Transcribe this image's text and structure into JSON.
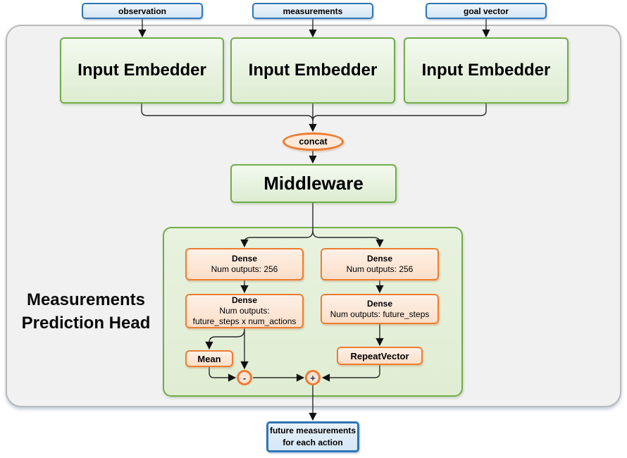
{
  "diagram": {
    "inputs": [
      {
        "label": "observation"
      },
      {
        "label": "measurements"
      },
      {
        "label": "goal vector"
      }
    ],
    "embedders": [
      {
        "label": "Input Embedder"
      },
      {
        "label": "Input Embedder"
      },
      {
        "label": "Input Embedder"
      }
    ],
    "concat_label": "concat",
    "middleware_label": "Middleware",
    "head": {
      "title_line1": "Measurements",
      "title_line2": "Prediction Head",
      "action_branch": {
        "dense1_title": "Dense",
        "dense1_sub": "Num outputs: 256",
        "dense2_title": "Dense",
        "dense2_sub_line1": "Num outputs:",
        "dense2_sub_line2": "future_steps x num_actions",
        "mean_label": "Mean",
        "minus_label": "-"
      },
      "measure_branch": {
        "dense1_title": "Dense",
        "dense1_sub": "Num outputs: 256",
        "dense2_title": "Dense",
        "dense2_sub": "Num outputs: future_steps",
        "repeat_label": "RepeatVector",
        "plus_label": "+"
      }
    },
    "output": {
      "line1": "future measurements",
      "line2": "for each action"
    }
  },
  "colors": {
    "green_border": "#70ad47",
    "green_fill": "#e3efd9",
    "orange_border": "#ed7d31",
    "orange_fill": "#fce4d6",
    "blue_border": "#2e75b6",
    "blue_fill": "#dce9f6",
    "panel_fill": "#f0f1f1",
    "panel_border": "#b9b9b9",
    "line": "#1a1a1a"
  }
}
